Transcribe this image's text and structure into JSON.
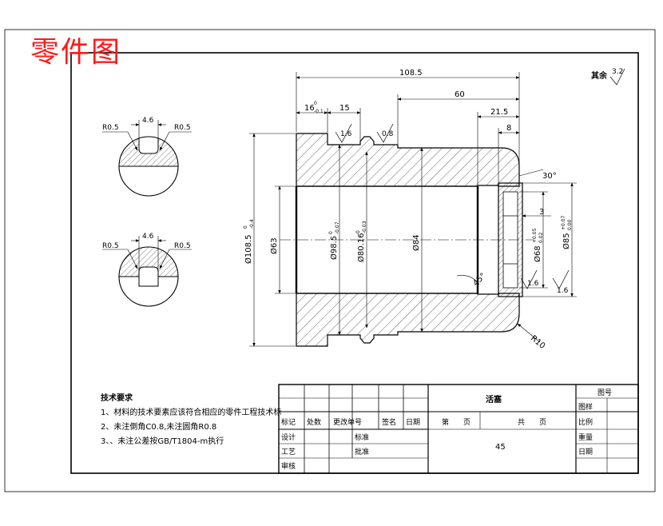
{
  "watermark_title": "零件图",
  "roughness_note": {
    "label": "其余",
    "value": "3.2"
  },
  "dimensions": {
    "overall_length": "108.5",
    "length_60": "60",
    "length_21_5": "21.5",
    "length_8": "8",
    "length_15": "15",
    "length_16": "16",
    "tol_16_upper": "0",
    "tol_16_lower": "-0.1",
    "dia_108_5": "Ø108.5",
    "tol_108_5_upper": "0",
    "tol_108_5_lower": "-0.4",
    "dia_63": "Ø63",
    "dia_98_5": "Ø98.5",
    "tol_98_5_upper": "0",
    "tol_98_5_lower": "-0.07",
    "dia_80_16": "Ø80.16",
    "tol_80_16_upper": "0",
    "tol_80_16_lower": "-0.03",
    "dia_84": "Ø84",
    "dia_68": "Ø68",
    "tol_68_upper": "+0.05",
    "tol_68_lower": "0.02",
    "dia_85": "Ø85",
    "tol_85_upper": "+0.07",
    "tol_85_lower": "0.00",
    "width_3": "3",
    "angle_30": "30°",
    "angle_45": "45°",
    "radius_10": "R10",
    "roughness_1_6": "1.6",
    "roughness_0_8": "0.8"
  },
  "groove_detail_1": {
    "width": "4.6",
    "left_radius": "R0.5",
    "right_radius": "R0.5"
  },
  "groove_detail_2": {
    "width": "4.6",
    "left_radius": "R0.5",
    "right_radius": "R0.5"
  },
  "technical_requirements": {
    "heading": "技术要求",
    "items": [
      "1、材料的技术要素应该符合相应的零件工程技术标",
      "2、未注倒角C0.8,未注圆角R0.8",
      "3、、未注公差按GB/T1804-m执行"
    ]
  },
  "title_block": {
    "part_name": "活塞",
    "drawing_no_label": "图号",
    "stage_label": "图样",
    "scale_label": "比例",
    "weight_label": "重量",
    "date_label": "日期",
    "material": "45",
    "sheet_label": "第　　页",
    "total_label": "共　　页",
    "headers": {
      "mark": "标记",
      "count": "处数",
      "change_doc": "更改单号",
      "sign": "签名",
      "date": "日期"
    },
    "design_label": "设计",
    "standard_label": "标准",
    "process_label": "工艺",
    "approve_label": "批准",
    "review_label": "审核"
  }
}
